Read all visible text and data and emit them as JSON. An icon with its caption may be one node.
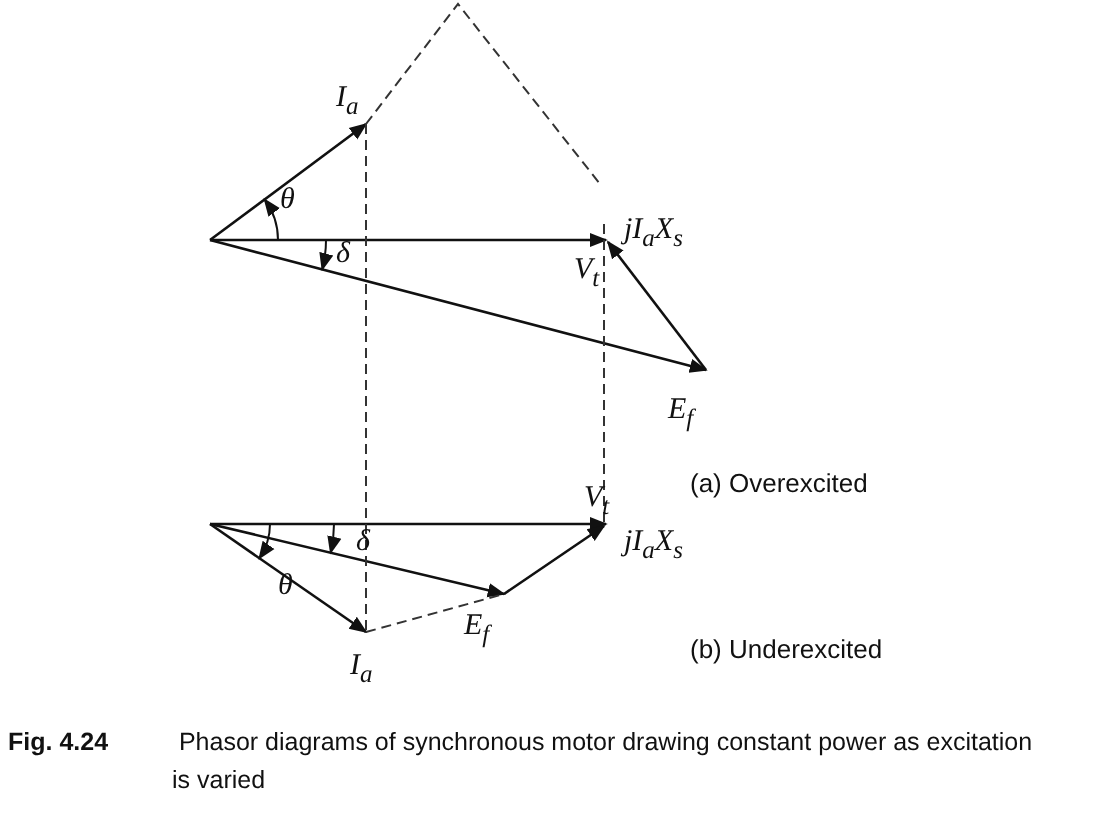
{
  "diagram": {
    "caption": "**Fig. 4.24** Phasor diagrams of synchronous motor drawing constant power as excitation is varied",
    "labels": [
      "I$_{a}$",
      "θ",
      "δ",
      "V$_{t}$",
      "jI$_{a}$X$_{s}$",
      "E$_{f}$",
      "(a) Overexcited",
      "V$_{t}$",
      "jI$_{a}$X$_{s}$",
      "δ",
      "θ",
      "E$_{f}$",
      "I$_{a}$",
      "(b) Underexcited"
    ]
  }
}
